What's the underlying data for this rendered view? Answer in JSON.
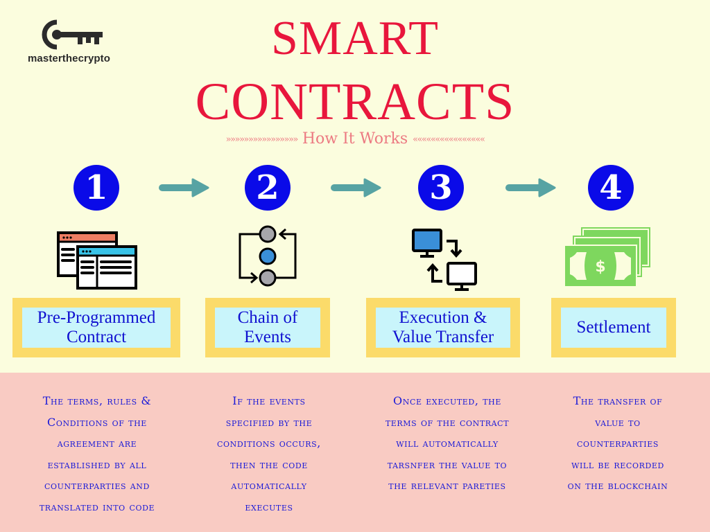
{
  "brand": {
    "logo_icon": "key-icon",
    "name": "masterthecrypto"
  },
  "header": {
    "title_line1": "SMART",
    "title_line2": "CONTRACTS",
    "subtitle_prefix": "»»»»»»»»»»»»»»»»",
    "subtitle": "How It Works",
    "subtitle_suffix": "««««««««««««««««"
  },
  "colors": {
    "background_top": "#fbfdde",
    "background_bottom": "#f9cbc3",
    "title": "#e8163c",
    "subtitle": "#ec7a82",
    "step_circle": "#0a0ae8",
    "arrow": "#57a3a3",
    "box_border": "#fbdb6a",
    "box_fill": "#c9f5fb",
    "text_blue": "#1a1ad8"
  },
  "steps": [
    {
      "number": "1",
      "icon": "browser-windows-icon",
      "label_line1": "Pre-Programmed",
      "label_line2": "Contract",
      "description": [
        "The terms, rules &",
        "Conditions of the",
        "agreement are",
        "established by all",
        "counterparties and",
        "translated into code"
      ]
    },
    {
      "number": "2",
      "icon": "event-cycle-icon",
      "label_line1": "Chain of",
      "label_line2": "Events",
      "description": [
        "If the events",
        "specified by the",
        "conditions occurs,",
        "then the code",
        "automatically",
        "executes"
      ]
    },
    {
      "number": "3",
      "icon": "computer-transfer-icon",
      "label_line1": "Execution &",
      "label_line2": "Value Transfer",
      "description": [
        "Once executed, the",
        "terms of the contract",
        "will automatically",
        "tarsnfer the value to",
        "the relevant pareties"
      ]
    },
    {
      "number": "4",
      "icon": "money-bills-icon",
      "label_line1": "Settlement",
      "label_line2": "",
      "description": [
        "The transfer of",
        "value to",
        "counterparties",
        "will be recorded",
        "on the blockchain"
      ]
    }
  ]
}
